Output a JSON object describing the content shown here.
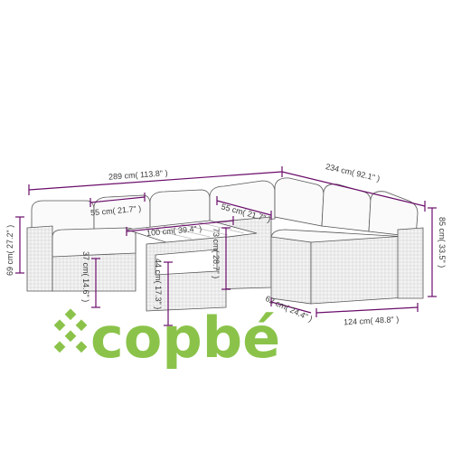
{
  "dimensions": {
    "total_width": "289 cm( 113.8\" )",
    "total_depth": "234 cm( 92.1\" )",
    "seat_width_left": "55 cm( 21.7\" )",
    "seat_width_right": "55 cm( 21.7\" )",
    "table_width": "100 cm( 39.4\" )",
    "height_left": "69 cm( 27.2\" )",
    "height_right": "85 cm( 33.5\" )",
    "seat_height": "37 cm( 14.6\" )",
    "table_top_height": "73 cm( 28.7\" )",
    "table_base_height": "44 cm( 17.3\" )",
    "bottom_width": "124 cm( 48.8\" )",
    "bottom_depth": "62 cm( 24.4\" )"
  },
  "watermark": {
    "text": "copbé",
    "color": "#8bc34a"
  }
}
